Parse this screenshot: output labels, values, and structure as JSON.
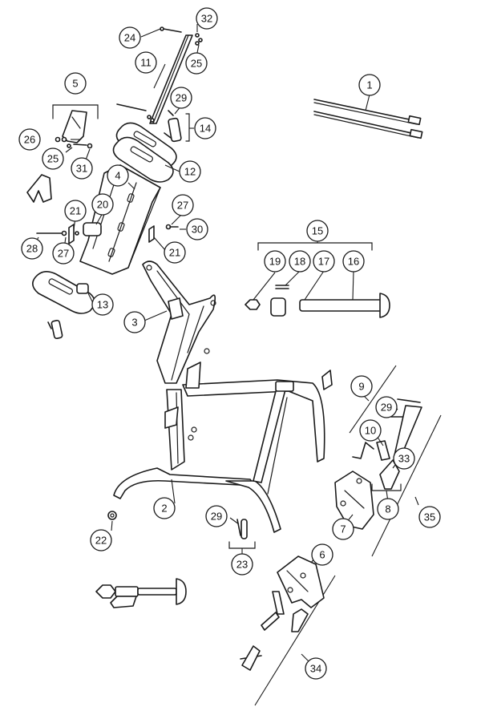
{
  "diagram": {
    "colors": {
      "line": "#1a1a1a",
      "background": "#ffffff"
    },
    "callouts": [
      {
        "id": "c1",
        "label": "1"
      },
      {
        "id": "c2",
        "label": "2"
      },
      {
        "id": "c3",
        "label": "3"
      },
      {
        "id": "c4",
        "label": "4"
      },
      {
        "id": "c5",
        "label": "5"
      },
      {
        "id": "c6",
        "label": "6"
      },
      {
        "id": "c7",
        "label": "7"
      },
      {
        "id": "c8",
        "label": "8"
      },
      {
        "id": "c9",
        "label": "9"
      },
      {
        "id": "c10",
        "label": "10"
      },
      {
        "id": "c11",
        "label": "11"
      },
      {
        "id": "c12",
        "label": "12"
      },
      {
        "id": "c13",
        "label": "13"
      },
      {
        "id": "c14",
        "label": "14"
      },
      {
        "id": "c15",
        "label": "15"
      },
      {
        "id": "c16",
        "label": "16"
      },
      {
        "id": "c17",
        "label": "17"
      },
      {
        "id": "c18",
        "label": "18"
      },
      {
        "id": "c19",
        "label": "19"
      },
      {
        "id": "c20",
        "label": "20"
      },
      {
        "id": "c21a",
        "label": "21"
      },
      {
        "id": "c21b",
        "label": "21"
      },
      {
        "id": "c22",
        "label": "22"
      },
      {
        "id": "c23",
        "label": "23"
      },
      {
        "id": "c24",
        "label": "24"
      },
      {
        "id": "c25a",
        "label": "25"
      },
      {
        "id": "c25b",
        "label": "25"
      },
      {
        "id": "c26",
        "label": "26"
      },
      {
        "id": "c27a",
        "label": "27"
      },
      {
        "id": "c27b",
        "label": "27"
      },
      {
        "id": "c28",
        "label": "28"
      },
      {
        "id": "c29a",
        "label": "29"
      },
      {
        "id": "c29b",
        "label": "29"
      },
      {
        "id": "c29c",
        "label": "29"
      },
      {
        "id": "c30",
        "label": "30"
      },
      {
        "id": "c31",
        "label": "31"
      },
      {
        "id": "c32",
        "label": "32"
      },
      {
        "id": "c33",
        "label": "33"
      },
      {
        "id": "c34",
        "label": "34"
      },
      {
        "id": "c35",
        "label": "35"
      }
    ]
  }
}
